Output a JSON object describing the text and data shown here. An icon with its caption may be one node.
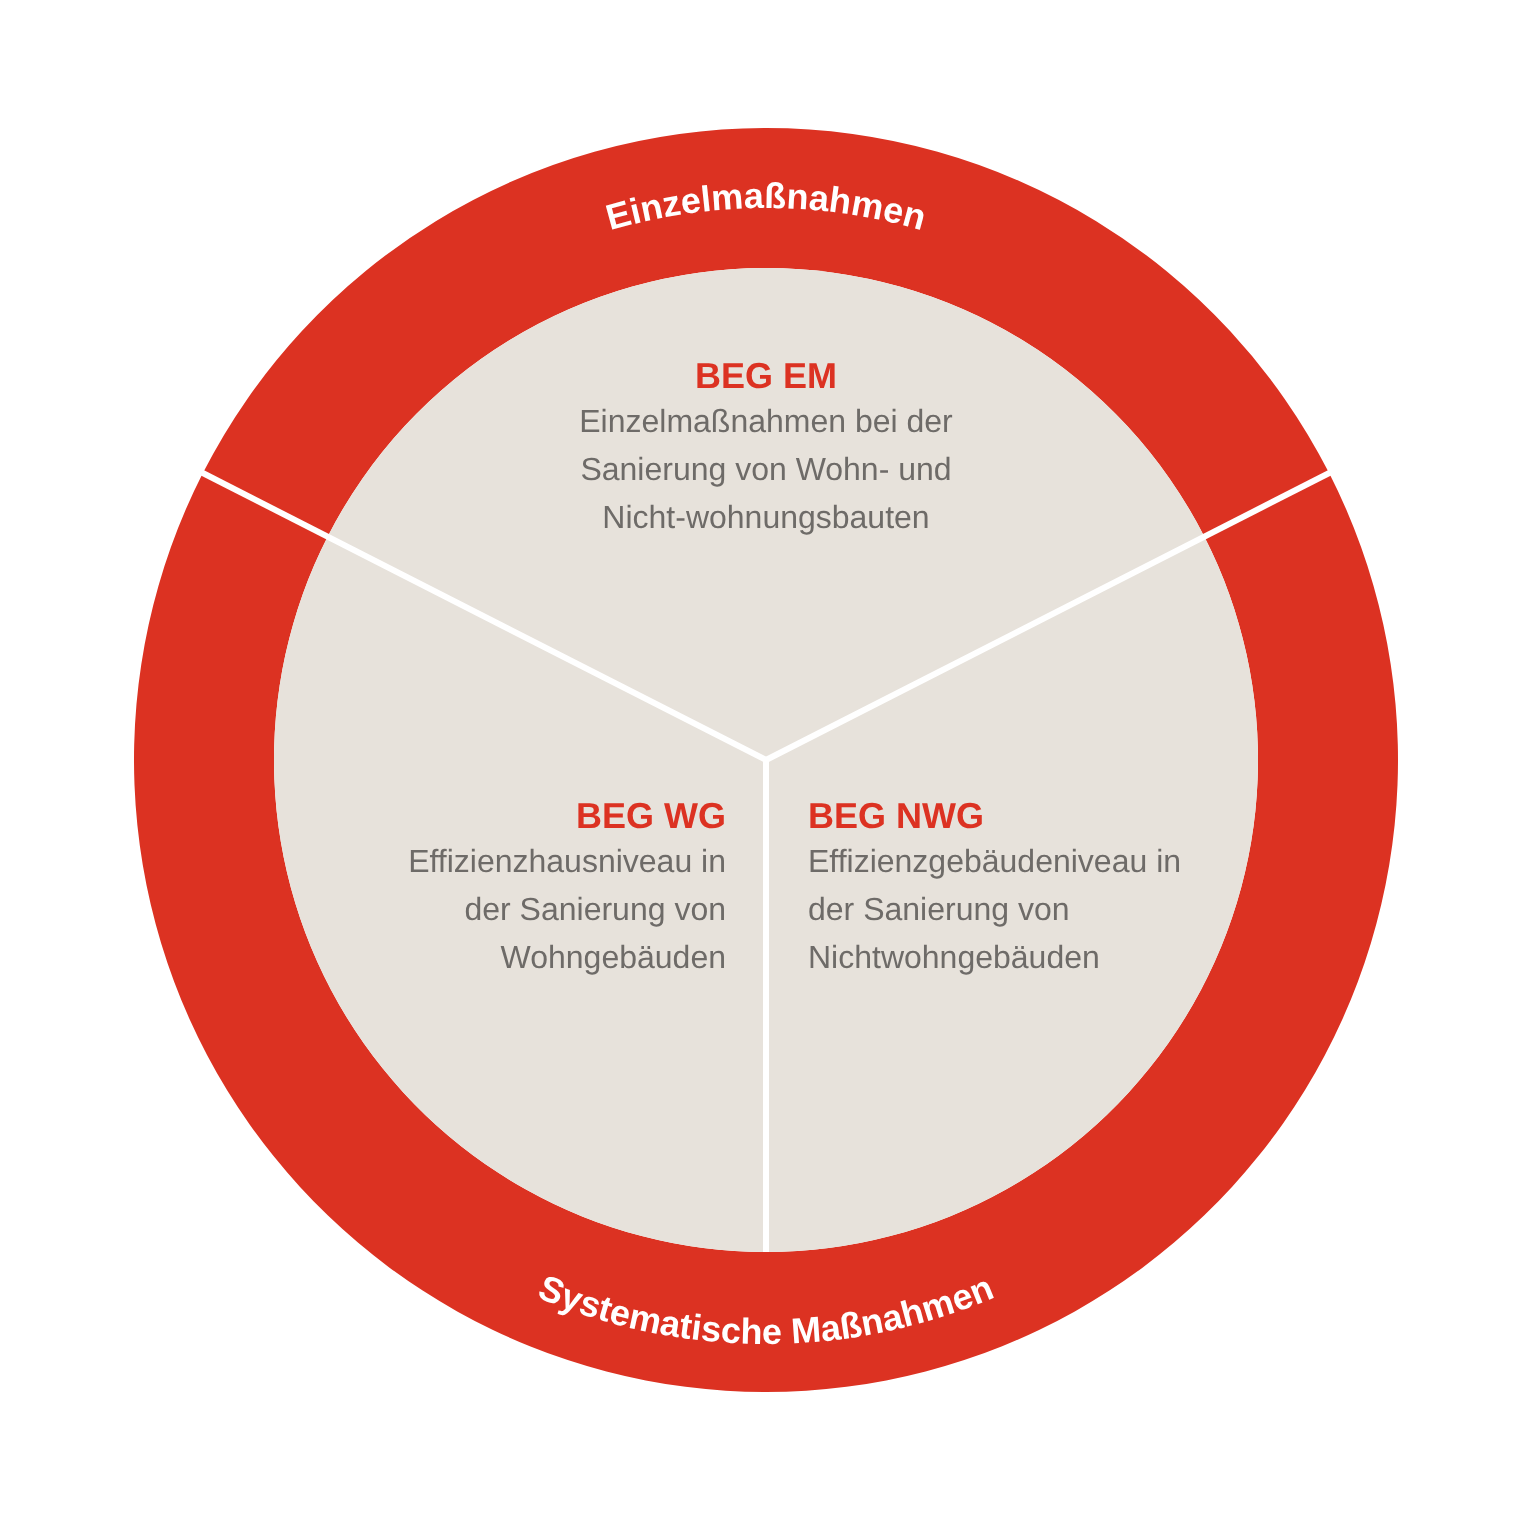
{
  "diagram": {
    "nodes": [
      {
        "text": [
          "Einzelmaßnahmen"
        ]
      },
      {
        "text": [
          "Systematische Maßnahmen"
        ]
      },
      {
        "text": [
          "BEG EM",
          "Einzelmaßnahmen bei der Sanierung von Wohn- und Nicht-wohnungsbauten"
        ]
      },
      {
        "text": [
          "BEG WG",
          "Effizienzhausniveau in der Sanierung von Wohngebäuden"
        ]
      },
      {
        "text": [
          "BEG NWG",
          "Effizienzgebäudeniveau in der Sanierung von Nichtwohngebäuden"
        ]
      }
    ]
  }
}
